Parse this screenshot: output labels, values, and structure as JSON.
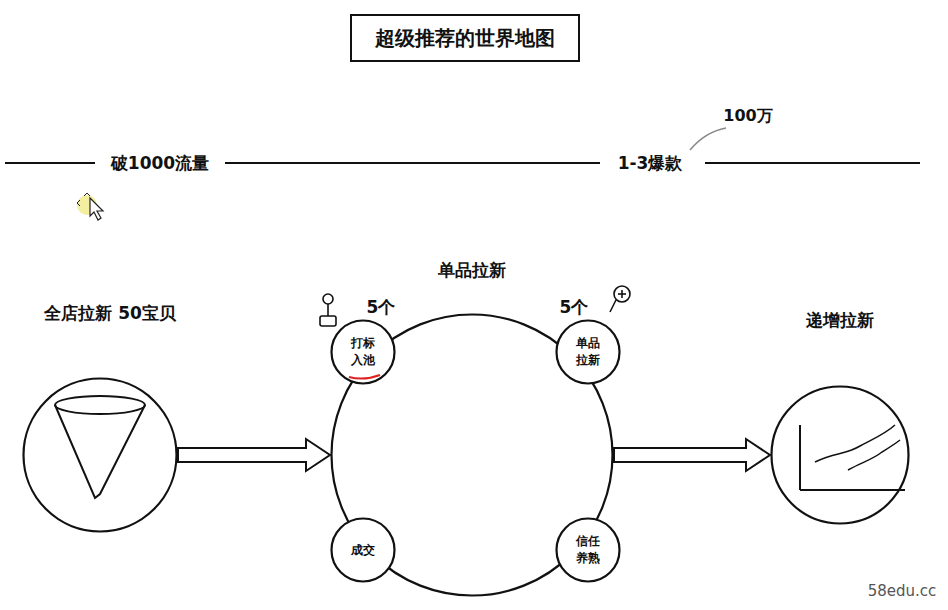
{
  "diagram": {
    "title": "超级推荐的世界地图",
    "nodes": [
      {
        "text": [
          "全店拉新 50宝贝"
        ]
      },
      {
        "text": [
          "单品拉新"
        ]
      },
      {
        "text": [
          "打标 入池"
        ],
        "in": 1
      },
      {
        "text": [
          "单品 拉新"
        ],
        "in": 1
      },
      {
        "text": [
          "成交"
        ],
        "in": 1
      },
      {
        "text": [
          "信任 养熟"
        ],
        "in": 1
      },
      {
        "text": [
          "递增拉新"
        ]
      }
    ],
    "edges": [
      {
        "from": 0,
        "to": 1,
        "arrow": "to"
      },
      {
        "from": 1,
        "to": 6,
        "arrow": "to"
      }
    ],
    "labels": [
      "破1000流量",
      "1-3爆款",
      "100万",
      "5个",
      "5个",
      "58edu.cc"
    ]
  }
}
